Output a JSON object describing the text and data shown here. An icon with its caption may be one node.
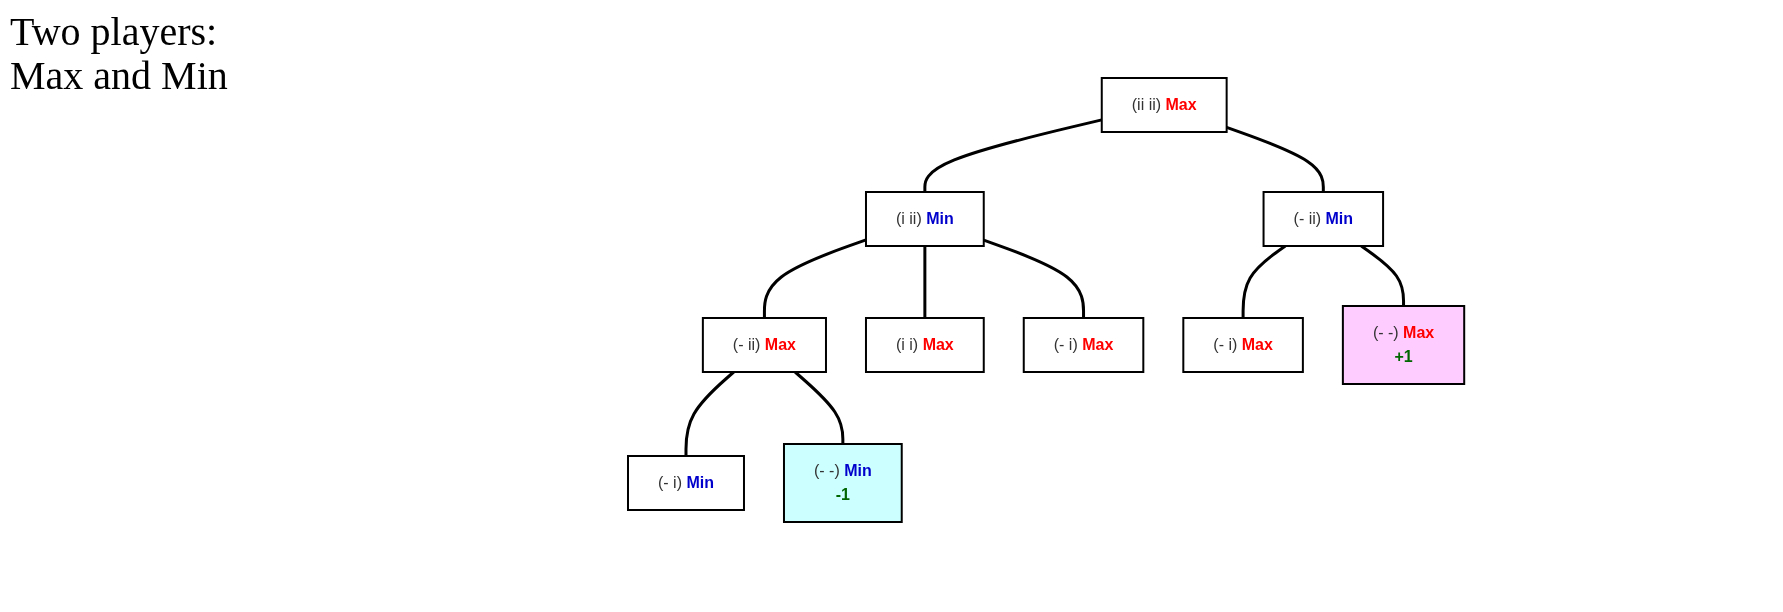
{
  "diagram": {
    "nodes": [
      {
        "text": [
          "(ii ii)",
          "Max"
        ]
      },
      {
        "text": [
          "(i ii)",
          "Min"
        ]
      },
      {
        "text": [
          "(- ii)",
          "Min"
        ]
      },
      {
        "text": [
          "(- ii)",
          "Max"
        ]
      },
      {
        "text": [
          "(i i)",
          "Max"
        ]
      },
      {
        "text": [
          "(- i)",
          "Max"
        ]
      },
      {
        "text": [
          "(- i)",
          "Max"
        ]
      },
      {
        "text": [
          "(- -)",
          "Max",
          "+1"
        ]
      },
      {
        "text": [
          "(- i)",
          "Min"
        ]
      },
      {
        "text": [
          "(- -)",
          "Min",
          "-1"
        ]
      }
    ],
    "edges": [
      {
        "from": 0,
        "to": 1,
        "arrow": "none"
      },
      {
        "from": 0,
        "to": 2,
        "arrow": "none"
      },
      {
        "from": 1,
        "to": 3,
        "arrow": "none"
      },
      {
        "from": 1,
        "to": 4,
        "arrow": "none"
      },
      {
        "from": 1,
        "to": 5,
        "arrow": "none"
      },
      {
        "from": 2,
        "to": 6,
        "arrow": "none"
      },
      {
        "from": 2,
        "to": 7,
        "arrow": "none"
      },
      {
        "from": 3,
        "to": 8,
        "arrow": "none"
      },
      {
        "from": 3,
        "to": 9,
        "arrow": "none"
      }
    ],
    "labels": [
      "Two players:",
      "Max and Min"
    ]
  }
}
